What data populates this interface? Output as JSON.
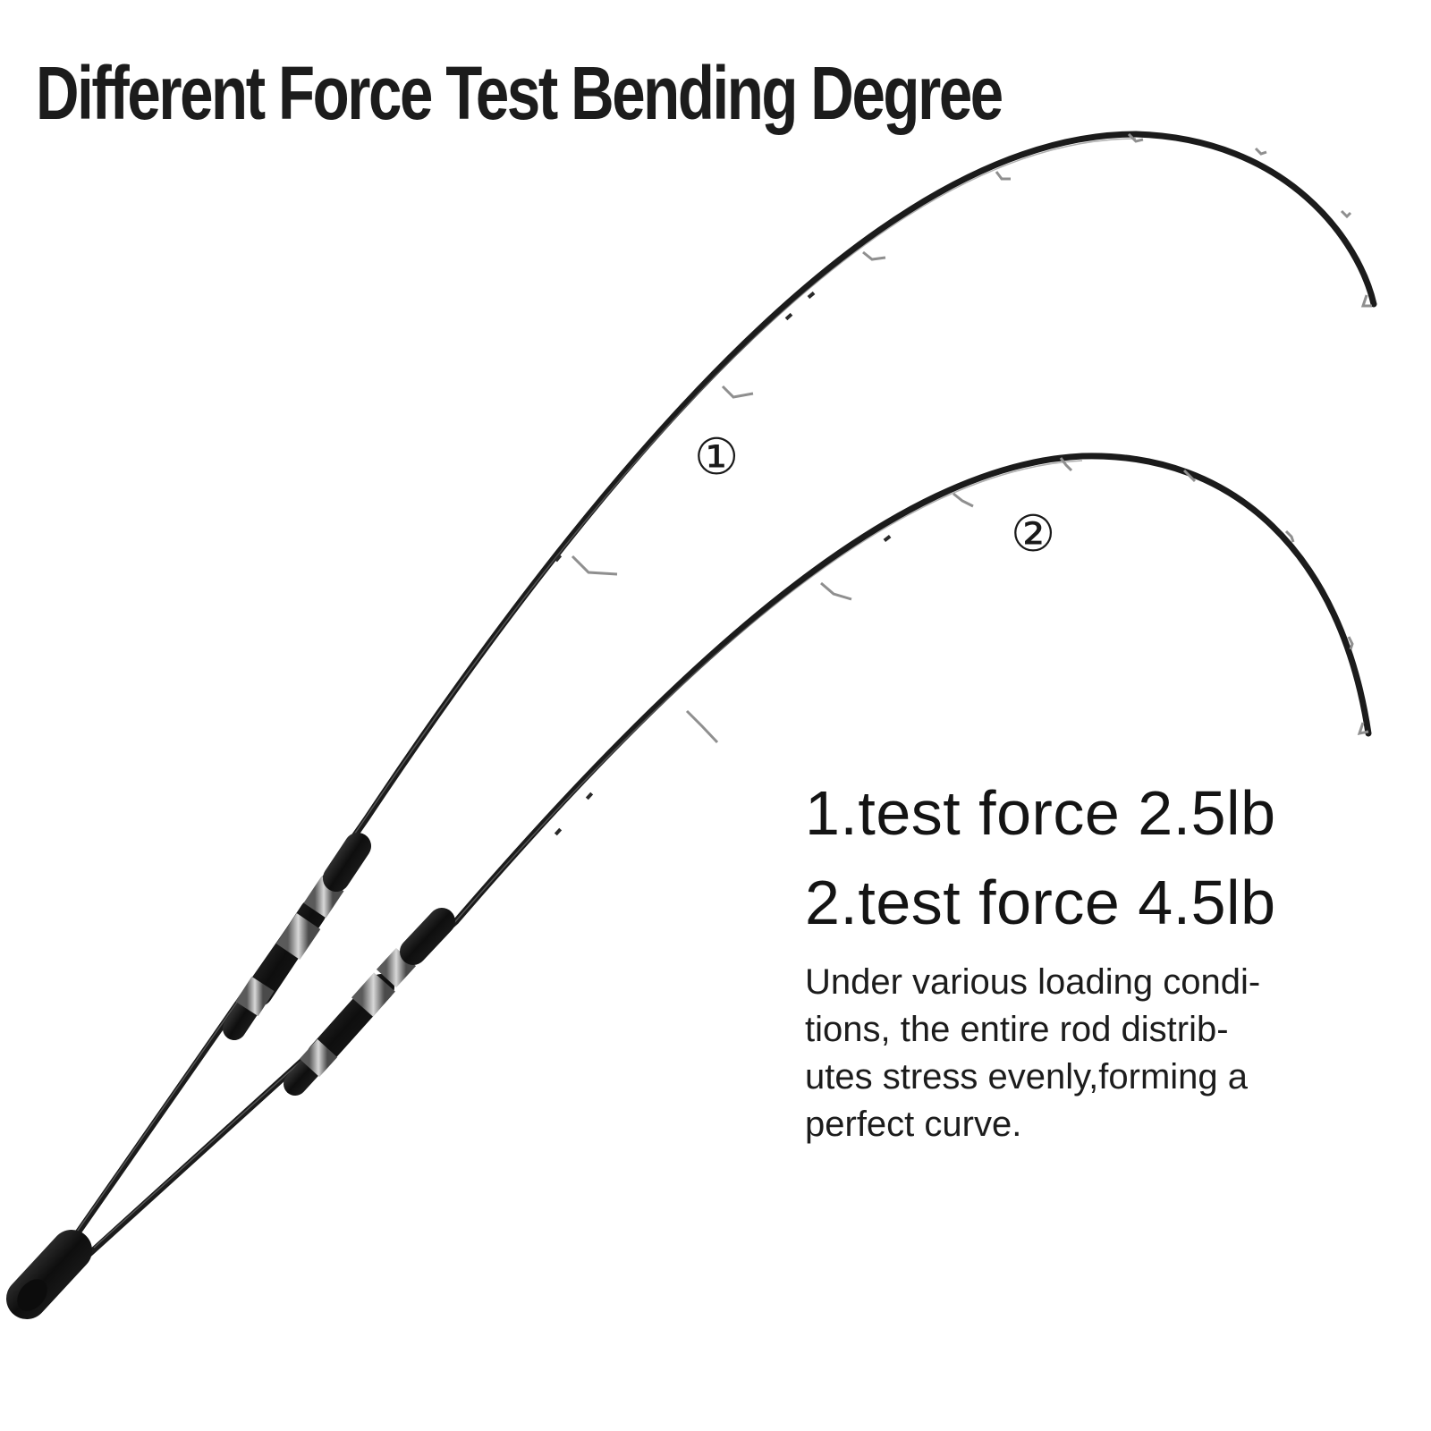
{
  "title": "Different Force Test Bending Degree",
  "markers": {
    "rod1": "①",
    "rod2": "②"
  },
  "forces": [
    "1.test force 2.5lb",
    "2.test force 4.5lb"
  ],
  "description_lines": [
    "Under various loading condi-",
    "tions, the entire rod distrib-",
    "utes stress evenly,forming a",
    "perfect curve."
  ],
  "colors": {
    "background": "#ffffff",
    "rod_blank": "#1b1b1b",
    "grip": "#111111",
    "guide": "#9a9a9a"
  }
}
